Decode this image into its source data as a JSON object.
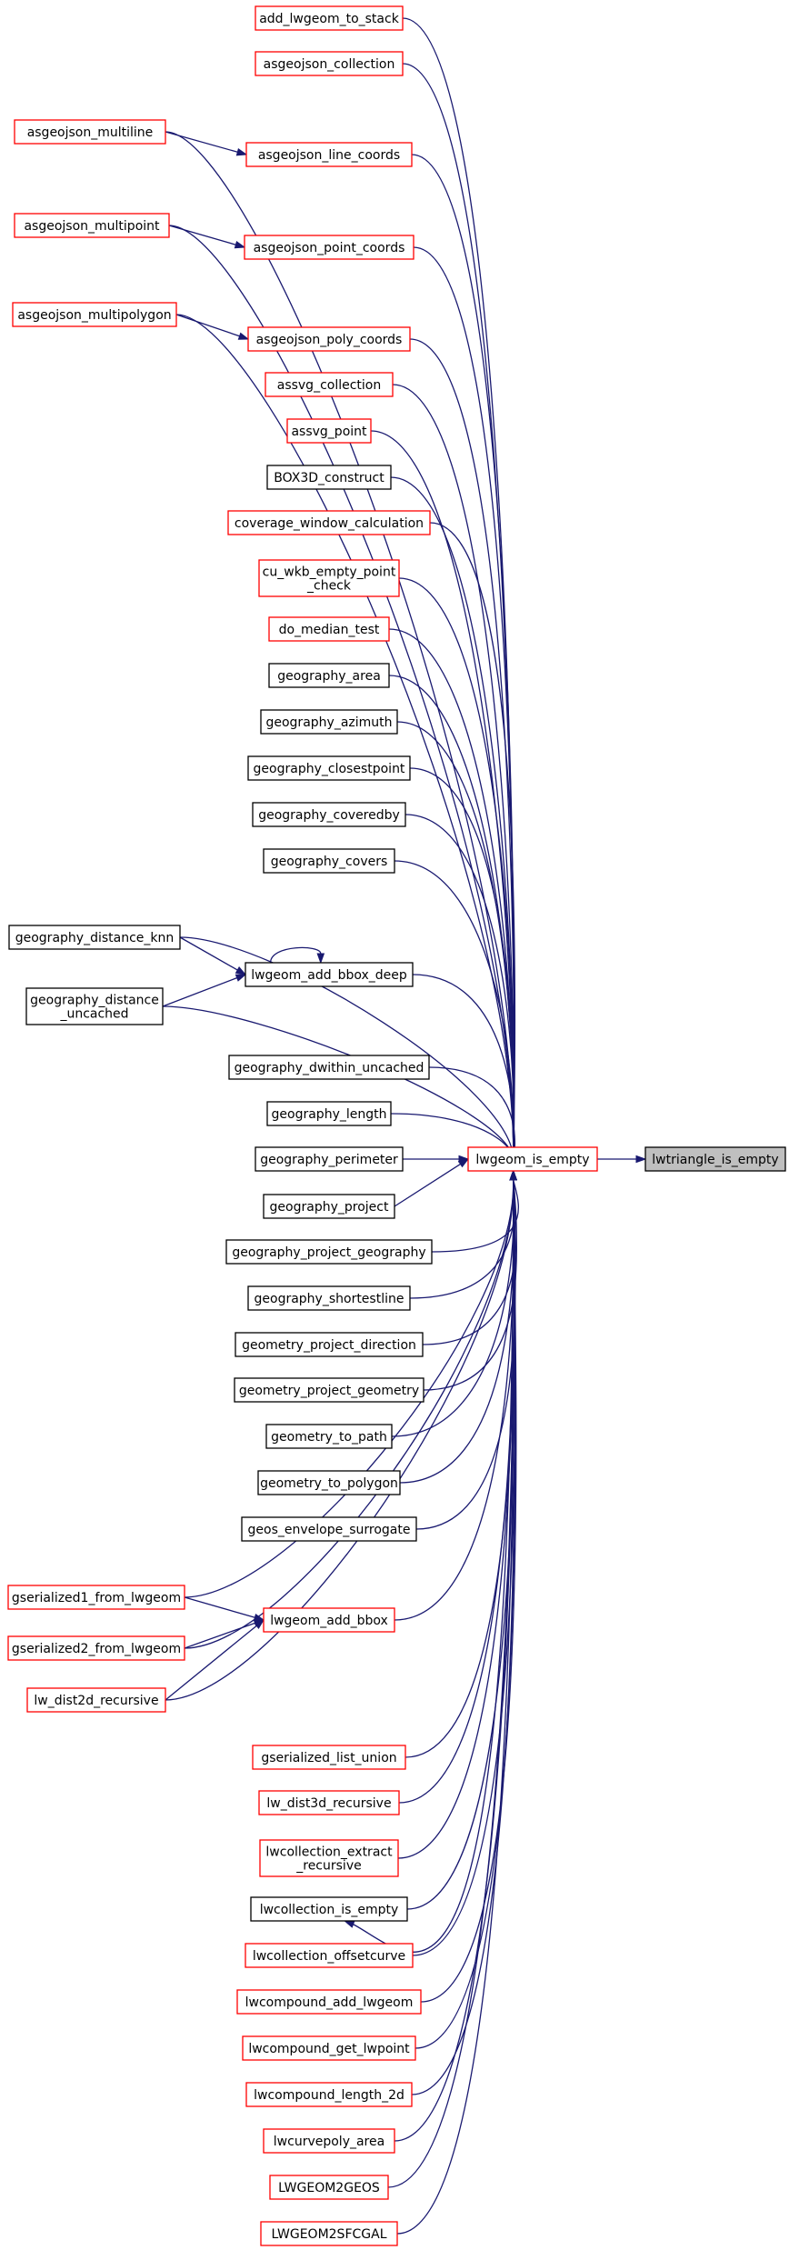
{
  "colors": {
    "edge": "#191970",
    "border_red": "#ff0000",
    "border_black": "#000000",
    "highlight_fill": "#bfbfbf",
    "node_fill": "#ffffff"
  },
  "nodes": [
    {
      "id": "add_lwgeom_to_stack",
      "lines": [
        "add_lwgeom_to_stack"
      ],
      "border": "red"
    },
    {
      "id": "asgeojson_collection",
      "lines": [
        "asgeojson_collection"
      ],
      "border": "red"
    },
    {
      "id": "asgeojson_multiline",
      "lines": [
        "asgeojson_multiline"
      ],
      "border": "red"
    },
    {
      "id": "asgeojson_line_coords",
      "lines": [
        "asgeojson_line_coords"
      ],
      "border": "red"
    },
    {
      "id": "asgeojson_multipoint",
      "lines": [
        "asgeojson_multipoint"
      ],
      "border": "red"
    },
    {
      "id": "asgeojson_point_coords",
      "lines": [
        "asgeojson_point_coords"
      ],
      "border": "red"
    },
    {
      "id": "asgeojson_multipolygon",
      "lines": [
        "asgeojson_multipolygon"
      ],
      "border": "red"
    },
    {
      "id": "asgeojson_poly_coords",
      "lines": [
        "asgeojson_poly_coords"
      ],
      "border": "red"
    },
    {
      "id": "assvg_collection",
      "lines": [
        "assvg_collection"
      ],
      "border": "red"
    },
    {
      "id": "assvg_point",
      "lines": [
        "assvg_point"
      ],
      "border": "red"
    },
    {
      "id": "BOX3D_construct",
      "lines": [
        "BOX3D_construct"
      ],
      "border": "black"
    },
    {
      "id": "coverage_window_calculation",
      "lines": [
        "coverage_window_calculation"
      ],
      "border": "red"
    },
    {
      "id": "cu_wkb_empty_point_check",
      "lines": [
        "cu_wkb_empty_point",
        "_check"
      ],
      "border": "red"
    },
    {
      "id": "do_median_test",
      "lines": [
        "do_median_test"
      ],
      "border": "red"
    },
    {
      "id": "geography_area",
      "lines": [
        "geography_area"
      ],
      "border": "black"
    },
    {
      "id": "geography_azimuth",
      "lines": [
        "geography_azimuth"
      ],
      "border": "black"
    },
    {
      "id": "geography_closestpoint",
      "lines": [
        "geography_closestpoint"
      ],
      "border": "black"
    },
    {
      "id": "geography_coveredby",
      "lines": [
        "geography_coveredby"
      ],
      "border": "black"
    },
    {
      "id": "geography_covers",
      "lines": [
        "geography_covers"
      ],
      "border": "black"
    },
    {
      "id": "geography_distance_knn",
      "lines": [
        "geography_distance_knn"
      ],
      "border": "black"
    },
    {
      "id": "lwgeom_add_bbox_deep",
      "lines": [
        "lwgeom_add_bbox_deep"
      ],
      "border": "black"
    },
    {
      "id": "geography_distance_uncached",
      "lines": [
        "geography_distance",
        "_uncached"
      ],
      "border": "black"
    },
    {
      "id": "geography_dwithin_uncached",
      "lines": [
        "geography_dwithin_uncached"
      ],
      "border": "black"
    },
    {
      "id": "geography_length",
      "lines": [
        "geography_length"
      ],
      "border": "black"
    },
    {
      "id": "geography_perimeter",
      "lines": [
        "geography_perimeter"
      ],
      "border": "black"
    },
    {
      "id": "lwgeom_is_empty",
      "lines": [
        "lwgeom_is_empty"
      ],
      "border": "red"
    },
    {
      "id": "lwtriangle_is_empty",
      "lines": [
        "lwtriangle_is_empty"
      ],
      "border": "black",
      "highlight": true
    },
    {
      "id": "geography_project",
      "lines": [
        "geography_project"
      ],
      "border": "black"
    },
    {
      "id": "geography_project_geography",
      "lines": [
        "geography_project_geography"
      ],
      "border": "black"
    },
    {
      "id": "geography_shortestline",
      "lines": [
        "geography_shortestline"
      ],
      "border": "black"
    },
    {
      "id": "geometry_project_direction",
      "lines": [
        "geometry_project_direction"
      ],
      "border": "black"
    },
    {
      "id": "geometry_project_geometry",
      "lines": [
        "geometry_project_geometry"
      ],
      "border": "black"
    },
    {
      "id": "geometry_to_path",
      "lines": [
        "geometry_to_path"
      ],
      "border": "black"
    },
    {
      "id": "geometry_to_polygon",
      "lines": [
        "geometry_to_polygon"
      ],
      "border": "black"
    },
    {
      "id": "geos_envelope_surrogate",
      "lines": [
        "geos_envelope_surrogate"
      ],
      "border": "black"
    },
    {
      "id": "gserialized1_from_lwgeom",
      "lines": [
        "gserialized1_from_lwgeom"
      ],
      "border": "red"
    },
    {
      "id": "lwgeom_add_bbox",
      "lines": [
        "lwgeom_add_bbox"
      ],
      "border": "red"
    },
    {
      "id": "gserialized2_from_lwgeom",
      "lines": [
        "gserialized2_from_lwgeom"
      ],
      "border": "red"
    },
    {
      "id": "lw_dist2d_recursive",
      "lines": [
        "lw_dist2d_recursive"
      ],
      "border": "red"
    },
    {
      "id": "gserialized_list_union",
      "lines": [
        "gserialized_list_union"
      ],
      "border": "red"
    },
    {
      "id": "lw_dist3d_recursive",
      "lines": [
        "lw_dist3d_recursive"
      ],
      "border": "red"
    },
    {
      "id": "lwcollection_extract_recursive",
      "lines": [
        "lwcollection_extract",
        "_recursive"
      ],
      "border": "red"
    },
    {
      "id": "lwcollection_is_empty",
      "lines": [
        "lwcollection_is_empty"
      ],
      "border": "black"
    },
    {
      "id": "lwcollection_offsetcurve",
      "lines": [
        "lwcollection_offsetcurve"
      ],
      "border": "red"
    },
    {
      "id": "lwcompound_add_lwgeom",
      "lines": [
        "lwcompound_add_lwgeom"
      ],
      "border": "red"
    },
    {
      "id": "lwcompound_get_lwpoint",
      "lines": [
        "lwcompound_get_lwpoint"
      ],
      "border": "red"
    },
    {
      "id": "lwcompound_length_2d",
      "lines": [
        "lwcompound_length_2d"
      ],
      "border": "red"
    },
    {
      "id": "lwcurvepoly_area",
      "lines": [
        "lwcurvepoly_area"
      ],
      "border": "red"
    },
    {
      "id": "LWGEOM2GEOS",
      "lines": [
        "LWGEOM2GEOS"
      ],
      "border": "red"
    },
    {
      "id": "LWGEOM2SFCGAL",
      "lines": [
        "LWGEOM2SFCGAL"
      ],
      "border": "red"
    }
  ],
  "edges": [
    [
      "add_lwgeom_to_stack",
      "lwgeom_is_empty"
    ],
    [
      "asgeojson_collection",
      "lwgeom_is_empty"
    ],
    [
      "asgeojson_multiline",
      "lwgeom_is_empty"
    ],
    [
      "asgeojson_multiline",
      "asgeojson_line_coords"
    ],
    [
      "asgeojson_line_coords",
      "lwgeom_is_empty"
    ],
    [
      "asgeojson_multipoint",
      "lwgeom_is_empty"
    ],
    [
      "asgeojson_multipoint",
      "asgeojson_point_coords"
    ],
    [
      "asgeojson_point_coords",
      "lwgeom_is_empty"
    ],
    [
      "asgeojson_multipolygon",
      "lwgeom_is_empty"
    ],
    [
      "asgeojson_multipolygon",
      "asgeojson_poly_coords"
    ],
    [
      "asgeojson_poly_coords",
      "lwgeom_is_empty"
    ],
    [
      "assvg_collection",
      "lwgeom_is_empty"
    ],
    [
      "assvg_point",
      "lwgeom_is_empty"
    ],
    [
      "BOX3D_construct",
      "lwgeom_is_empty"
    ],
    [
      "coverage_window_calculation",
      "lwgeom_is_empty"
    ],
    [
      "cu_wkb_empty_point_check",
      "lwgeom_is_empty"
    ],
    [
      "do_median_test",
      "lwgeom_is_empty"
    ],
    [
      "geography_area",
      "lwgeom_is_empty"
    ],
    [
      "geography_azimuth",
      "lwgeom_is_empty"
    ],
    [
      "geography_closestpoint",
      "lwgeom_is_empty"
    ],
    [
      "geography_coveredby",
      "lwgeom_is_empty"
    ],
    [
      "geography_covers",
      "lwgeom_is_empty"
    ],
    [
      "geography_distance_knn",
      "lwgeom_is_empty"
    ],
    [
      "geography_distance_knn",
      "lwgeom_add_bbox_deep"
    ],
    [
      "lwgeom_add_bbox_deep",
      "lwgeom_is_empty"
    ],
    [
      "lwgeom_add_bbox_deep",
      "lwgeom_add_bbox_deep"
    ],
    [
      "geography_distance_uncached",
      "lwgeom_is_empty"
    ],
    [
      "geography_distance_uncached",
      "lwgeom_add_bbox_deep"
    ],
    [
      "geography_dwithin_uncached",
      "lwgeom_is_empty"
    ],
    [
      "geography_length",
      "lwgeom_is_empty"
    ],
    [
      "geography_perimeter",
      "lwgeom_is_empty"
    ],
    [
      "lwgeom_is_empty",
      "lwtriangle_is_empty"
    ],
    [
      "geography_project",
      "lwgeom_is_empty"
    ],
    [
      "geography_project_geography",
      "lwgeom_is_empty"
    ],
    [
      "geography_shortestline",
      "lwgeom_is_empty"
    ],
    [
      "geometry_project_direction",
      "lwgeom_is_empty"
    ],
    [
      "geometry_project_geometry",
      "lwgeom_is_empty"
    ],
    [
      "geometry_to_path",
      "lwgeom_is_empty"
    ],
    [
      "geometry_to_polygon",
      "lwgeom_is_empty"
    ],
    [
      "geos_envelope_surrogate",
      "lwgeom_is_empty"
    ],
    [
      "gserialized1_from_lwgeom",
      "lwgeom_is_empty"
    ],
    [
      "gserialized1_from_lwgeom",
      "lwgeom_add_bbox"
    ],
    [
      "lwgeom_add_bbox",
      "lwgeom_is_empty"
    ],
    [
      "gserialized2_from_lwgeom",
      "lwgeom_is_empty"
    ],
    [
      "gserialized2_from_lwgeom",
      "lwgeom_add_bbox"
    ],
    [
      "lw_dist2d_recursive",
      "lwgeom_is_empty"
    ],
    [
      "lw_dist2d_recursive",
      "lwgeom_add_bbox"
    ],
    [
      "gserialized_list_union",
      "lwgeom_is_empty"
    ],
    [
      "lw_dist3d_recursive",
      "lwgeom_is_empty"
    ],
    [
      "lwcollection_extract_recursive",
      "lwgeom_is_empty"
    ],
    [
      "lwcollection_is_empty",
      "lwgeom_is_empty"
    ],
    [
      "lwgeom_is_empty",
      "lwcollection_is_empty"
    ],
    [
      "lwcollection_offsetcurve",
      "lwgeom_is_empty"
    ],
    [
      "lwcompound_add_lwgeom",
      "lwgeom_is_empty"
    ],
    [
      "lwcompound_get_lwpoint",
      "lwgeom_is_empty"
    ],
    [
      "lwcompound_length_2d",
      "lwgeom_is_empty"
    ],
    [
      "lwcurvepoly_area",
      "lwgeom_is_empty"
    ],
    [
      "LWGEOM2GEOS",
      "lwgeom_is_empty"
    ],
    [
      "LWGEOM2SFCGAL",
      "lwgeom_is_empty"
    ]
  ]
}
